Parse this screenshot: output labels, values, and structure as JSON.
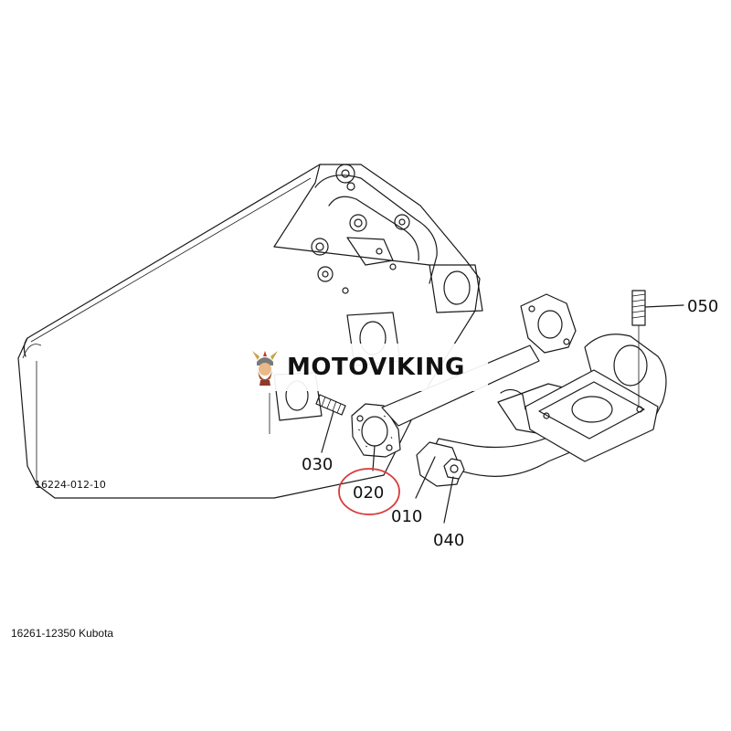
{
  "watermark": {
    "brand_text": "MOTOVIKING",
    "logo_icon": "viking-head-icon"
  },
  "drawing_number": "16224-012-10",
  "caption": "16261-12350 Kubota",
  "callouts": {
    "c010": "010",
    "c020": "020",
    "c030": "030",
    "c040": "040",
    "c050": "050"
  },
  "highlight": {
    "target": "020",
    "color": "#d93a3a"
  }
}
